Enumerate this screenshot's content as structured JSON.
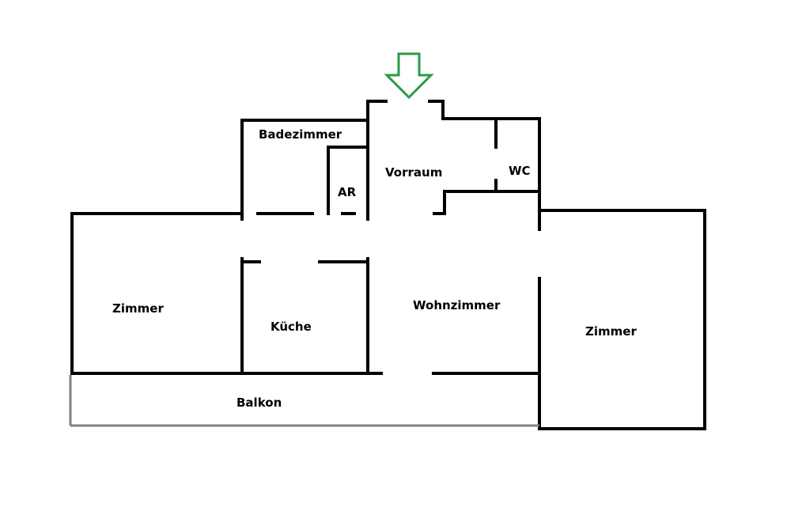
{
  "floor_plan": {
    "rooms": {
      "badezimmer": "Badezimmer",
      "ar": "AR",
      "vorraum": "Vorraum",
      "wc": "WC",
      "zimmer_left": "Zimmer",
      "kueche": "Küche",
      "wohnzimmer": "Wohnzimmer",
      "zimmer_right": "Zimmer",
      "balkon": "Balkon"
    },
    "colors": {
      "wall": "#000000",
      "balcony_railing": "#808080",
      "entrance_arrow": "#2e9a45"
    },
    "icons": {
      "entrance": "down-arrow-icon"
    }
  }
}
